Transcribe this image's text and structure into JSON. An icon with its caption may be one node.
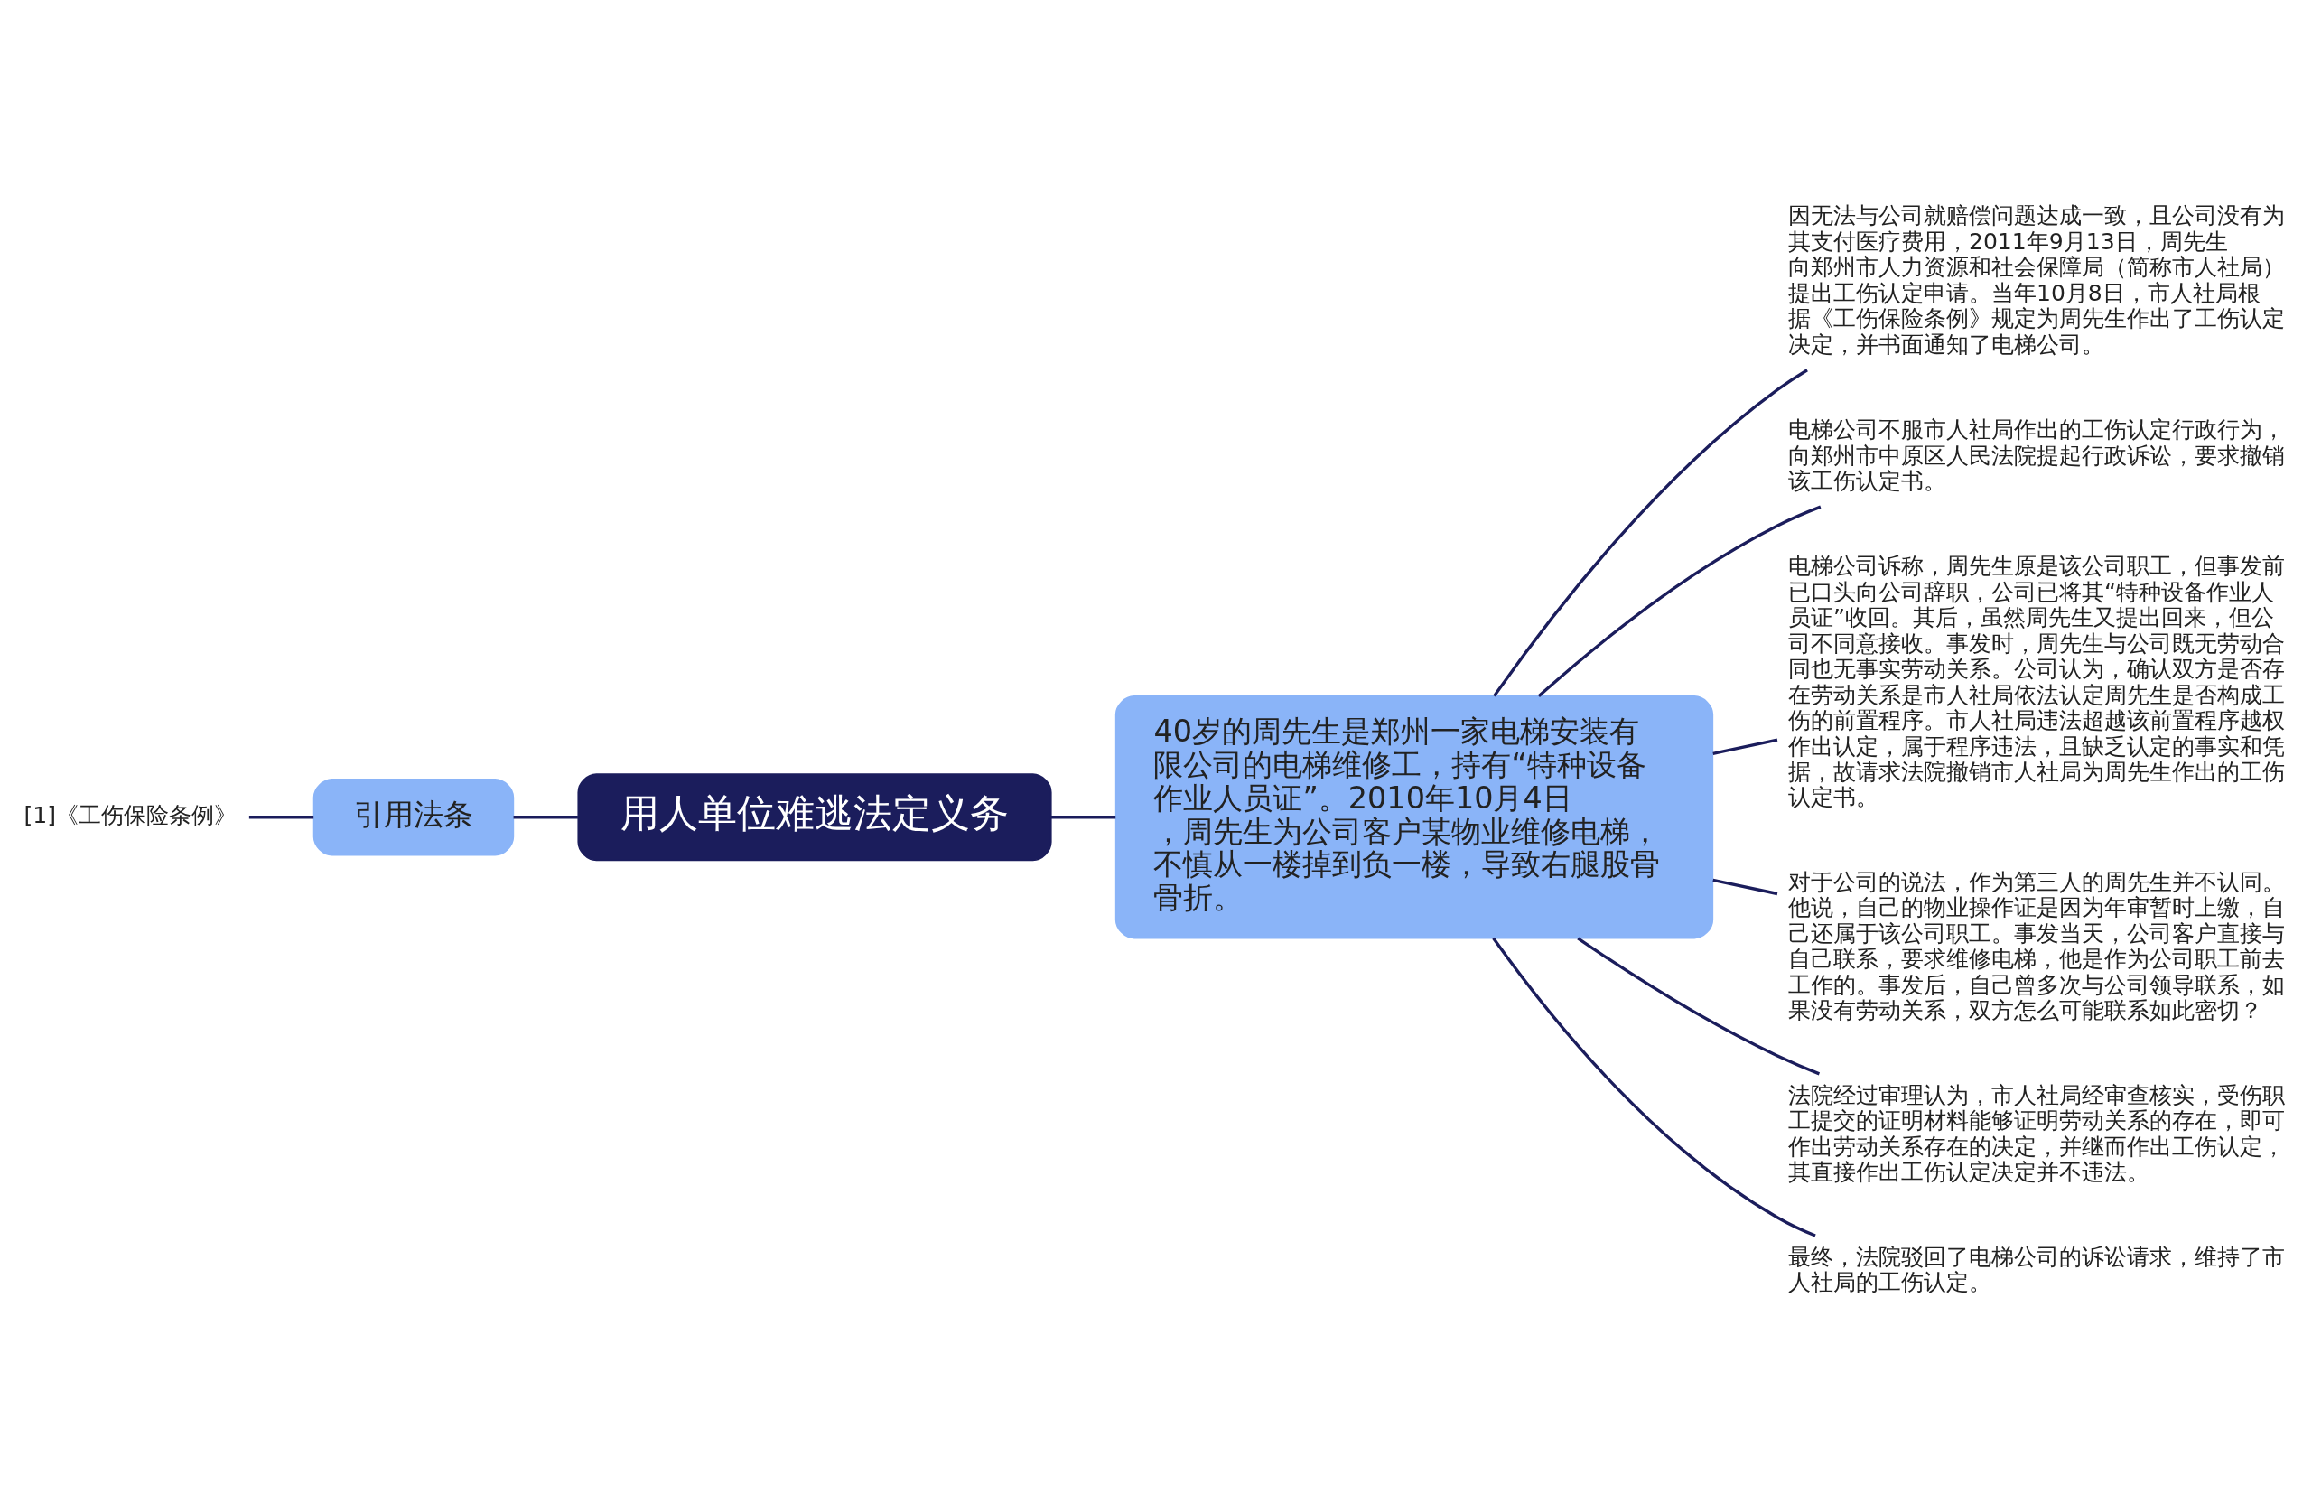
{
  "diagram": {
    "nodes": [
      {
        "text": [
          "用人单位难逃法定义务"
        ]
      },
      {
        "text": [
          "引用法条"
        ]
      },
      {
        "text": [
          "[1]《工伤保险条例》"
        ]
      },
      {
        "text": [
          "40岁的周先生是郑州一家电梯安装有限公司的电梯维修工，持有“特种设备作业人员证”。2010年10月4日，周先生为公司客户某物业维修电梯，不慎从一楼掉到负一楼，导致右腿股骨骨折。"
        ]
      },
      {
        "text": [
          "因无法与公司就赔偿问题达成一致，且公司没有为其支付医疗费用，2011年9月13日，周先生向郑州市人力资源和社会保障局（简称市人社局）提出工伤认定申请。当年10月8日，市人社局根据《工伤保险条例》规定为周先生作出了工伤认定决定，并书面通知了电梯公司。"
        ]
      },
      {
        "text": [
          "电梯公司不服市人社局作出的工伤认定行政行为，向郑州市中原区人民法院提起行政诉讼，要求撤销该工伤认定书。"
        ]
      },
      {
        "text": [
          "电梯公司诉称，周先生原是该公司职工，但事发前已口头向公司辞职，公司已将其“特种设备作业人员证”收回。其后，虽然周先生又提出回来，但公司不同意接收。事发时，周先生与公司既无劳动合同也无事实劳动关系。公司认为，确认双方是否存在劳动关系是市人社局依法认定周先生是否构成工伤的前置程序。市人社局违法超越该前置程序越权作出认定，属于程序违法，且缺乏认定的事实和凭据，故请求法院撤销市人社局为周先生作出的工伤认定书。"
        ]
      },
      {
        "text": [
          "对于公司的说法，作为第三人的周先生并不认同。他说，自己的物业操作证是因为年审暂时上缴，自己还属于该公司职工。事发当天，公司客户直接与自己联系，要求维修电梯，他是作为公司职工前去工作的。事发后，自己曾多次与公司领导联系，如果没有劳动关系，双方怎么可能联系如此密切？"
        ]
      },
      {
        "text": [
          "法院经过审理认为，市人社局经审查核实，受伤职工提交的证明材料能够证明劳动关系的存在，即可作出劳动关系存在的决定，并继而作出工伤认定，其直接作出工伤认定决定并不违法。"
        ]
      },
      {
        "text": [
          "最终，法院驳回了电梯公司的诉讼请求，维持了市人社局的工伤认定。"
        ]
      }
    ],
    "edges": [
      {
        "from": 0,
        "to": 1,
        "arrow": "none"
      },
      {
        "from": 1,
        "to": 2,
        "arrow": "none"
      },
      {
        "from": 0,
        "to": 3,
        "arrow": "none"
      },
      {
        "from": 3,
        "to": 4,
        "arrow": "none"
      },
      {
        "from": 3,
        "to": 5,
        "arrow": "none"
      },
      {
        "from": 3,
        "to": 6,
        "arrow": "none"
      },
      {
        "from": 3,
        "to": 7,
        "arrow": "none"
      },
      {
        "from": 3,
        "to": 8,
        "arrow": "none"
      },
      {
        "from": 3,
        "to": 9,
        "arrow": "none"
      }
    ]
  }
}
